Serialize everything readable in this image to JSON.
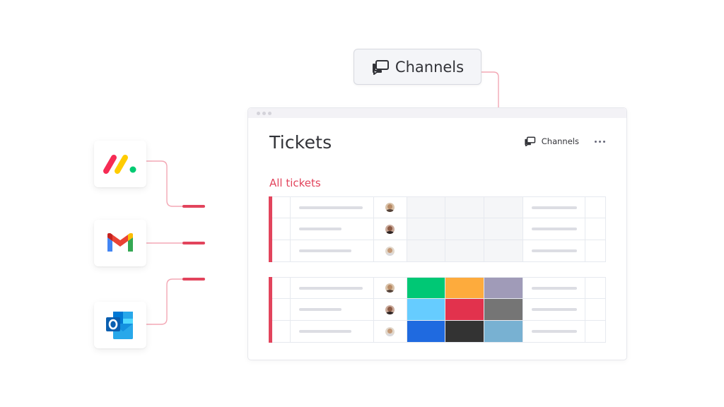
{
  "callout": {
    "label": "Channels",
    "icon": "chat-bubbles-icon"
  },
  "window": {
    "title": "Tickets",
    "channels_label": "Channels",
    "more_icon": "more-dots-icon",
    "group_title": "All tickets"
  },
  "apps": [
    {
      "name": "monday.com",
      "icon": "monday-logo-icon"
    },
    {
      "name": "Gmail",
      "icon": "gmail-logo-icon"
    },
    {
      "name": "Outlook",
      "icon": "outlook-logo-icon"
    }
  ],
  "colors": {
    "accent": "#e2445c",
    "status": [
      "#00c875",
      "#fdab3d",
      "#a09bb8",
      "#66ccff",
      "#e2324d",
      "#757575",
      "#1f6ae0",
      "#333333",
      "#78b1d2"
    ]
  }
}
